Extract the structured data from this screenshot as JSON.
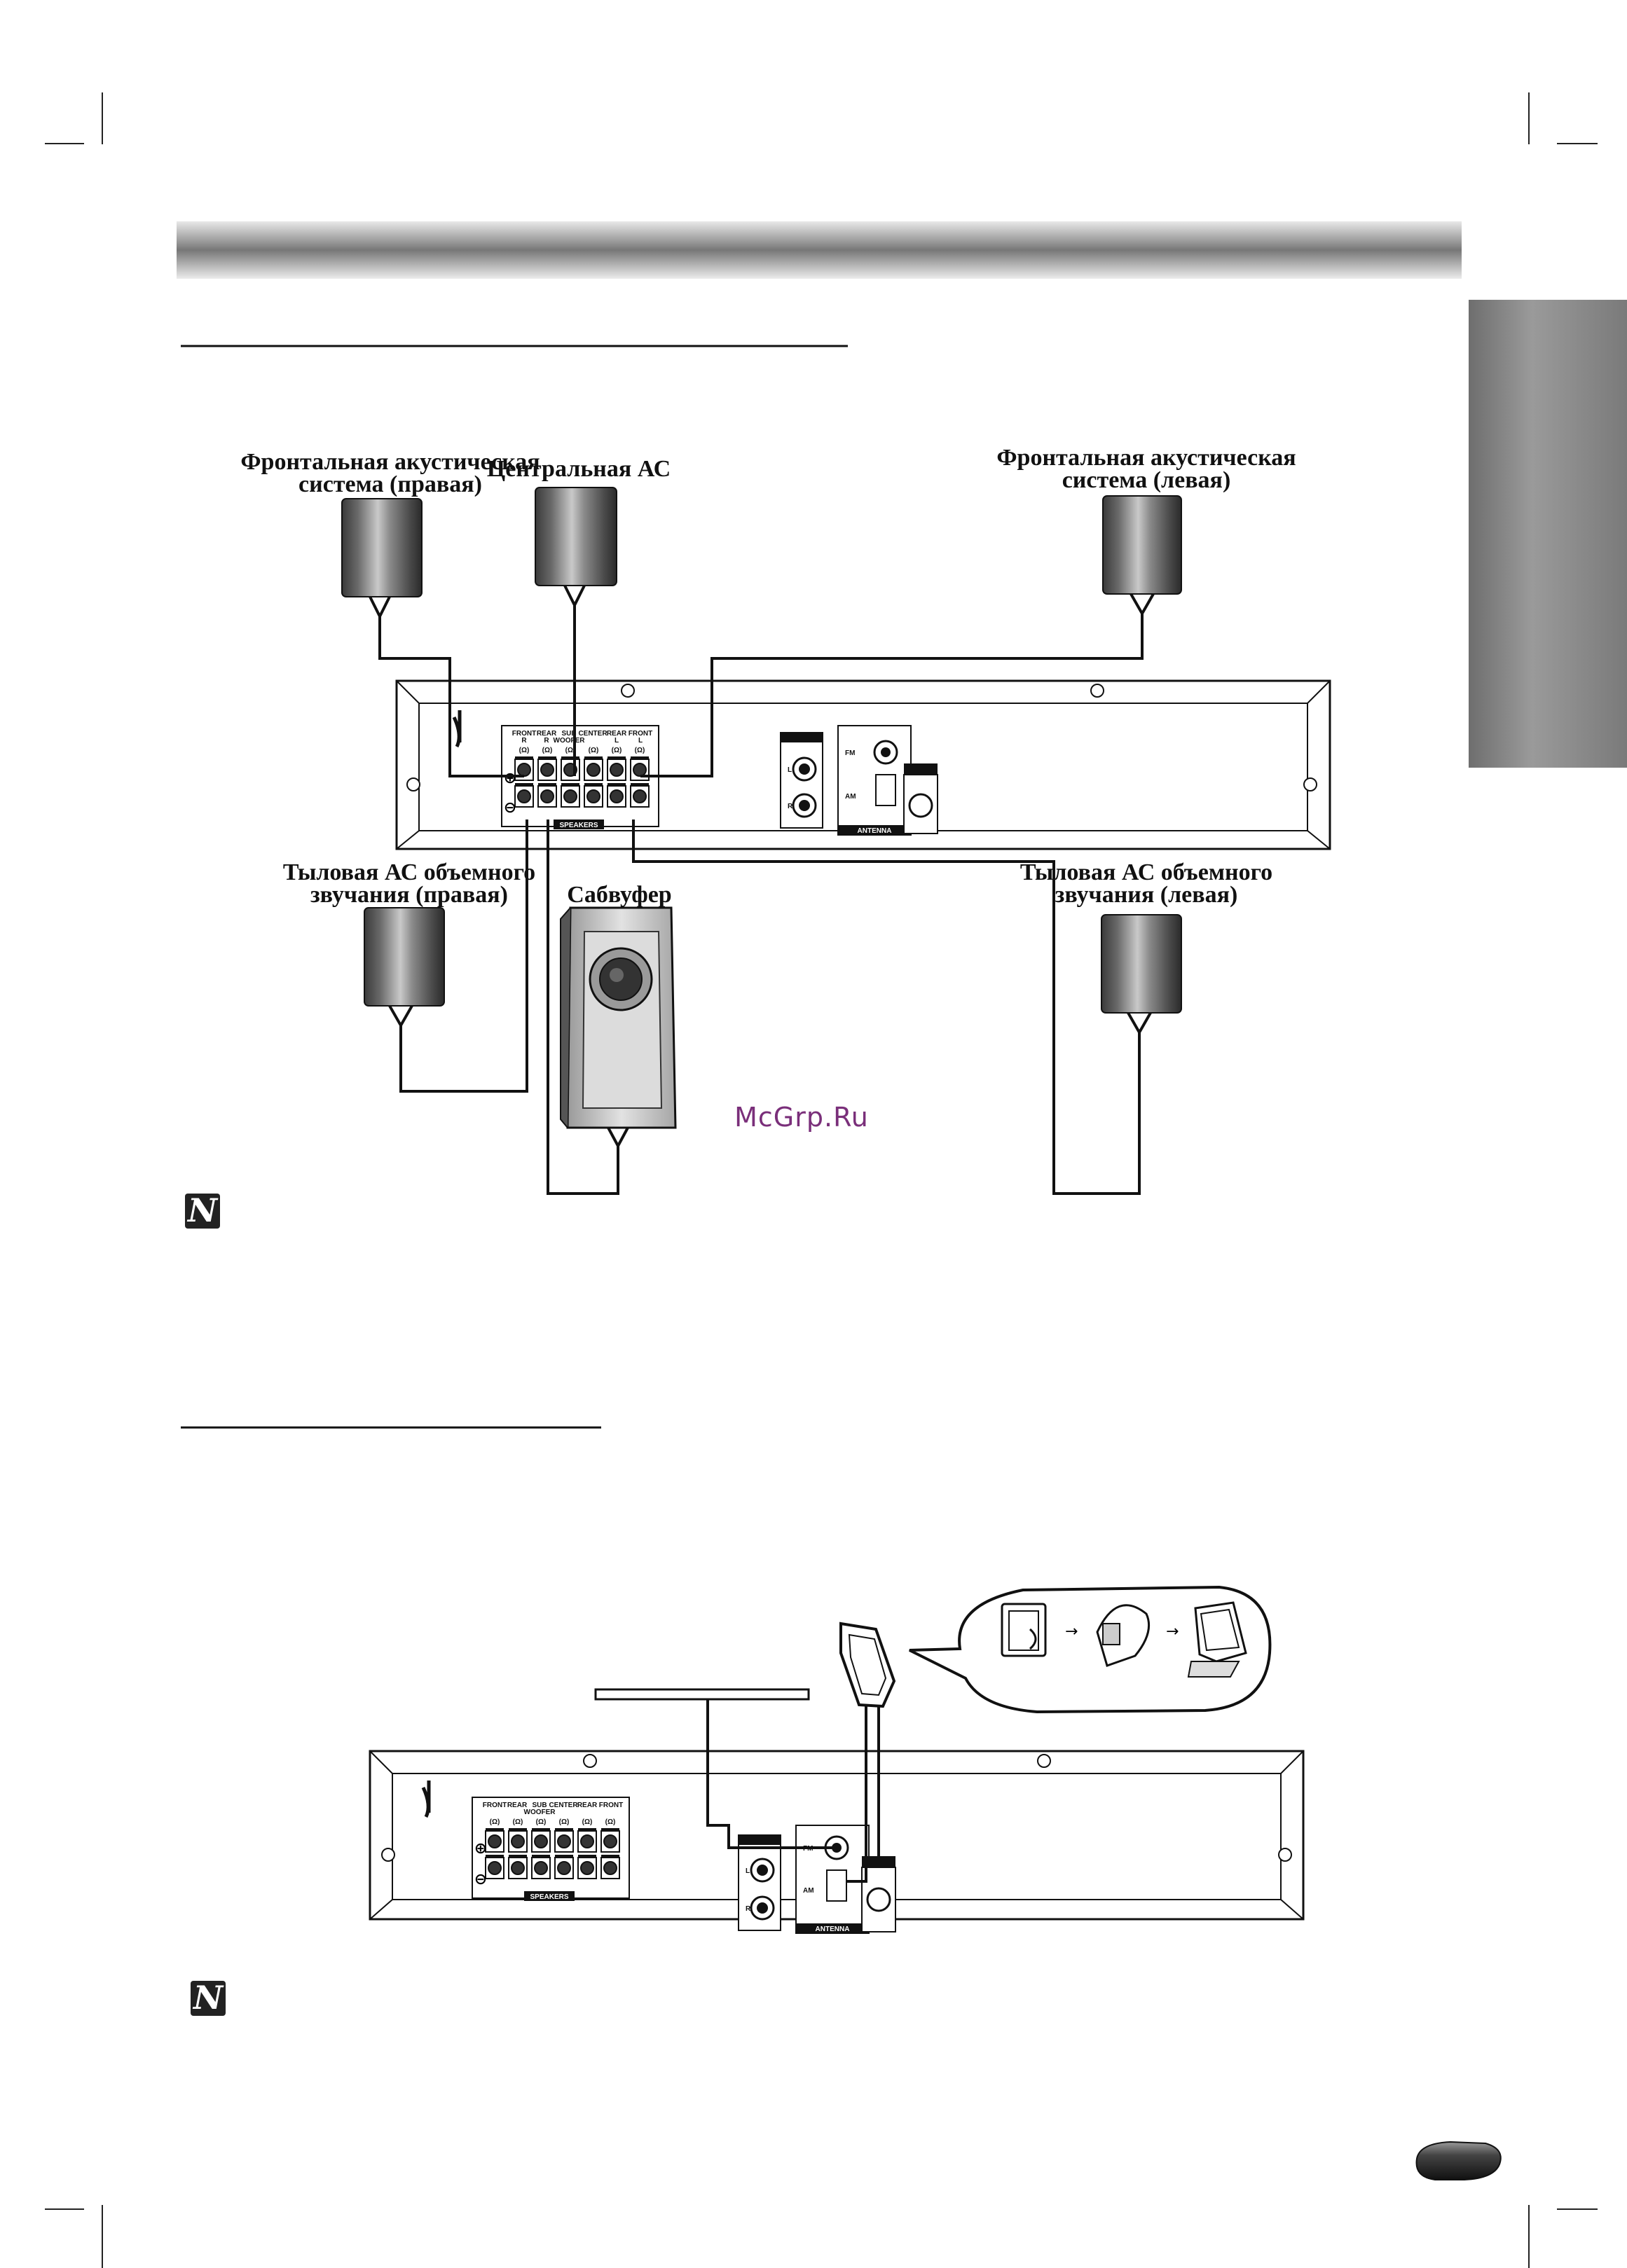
{
  "labels": {
    "front_right": [
      "Фронтальная акустическая",
      "система (правая)"
    ],
    "center": "Центральная АС",
    "front_left": [
      "Фронтальная акустическая",
      "система (левая)"
    ],
    "rear_right": [
      "Тыловая АС объемного",
      "звучания (правая)"
    ],
    "subwoofer": "Сабвуфер",
    "rear_left": [
      "Тыловая АС объемного",
      "звучания (левая)"
    ]
  },
  "panel": {
    "speaker_groups": [
      "FRONT",
      "REAR",
      "SUB",
      "CENTER",
      "REAR",
      "FRONT"
    ],
    "sub_second_line": "WOOFER",
    "channel_letters": [
      "R",
      "R",
      "",
      "",
      "L",
      "L"
    ],
    "ohm_mark": "(Ω)",
    "speakers_label": "SPEAKERS",
    "antenna_label": "ANTENNA",
    "fm_label": "FM",
    "am_label": "AM",
    "audio_l": "L",
    "audio_r": "R"
  },
  "watermark": "McGrp.Ru",
  "note_icon": "N"
}
